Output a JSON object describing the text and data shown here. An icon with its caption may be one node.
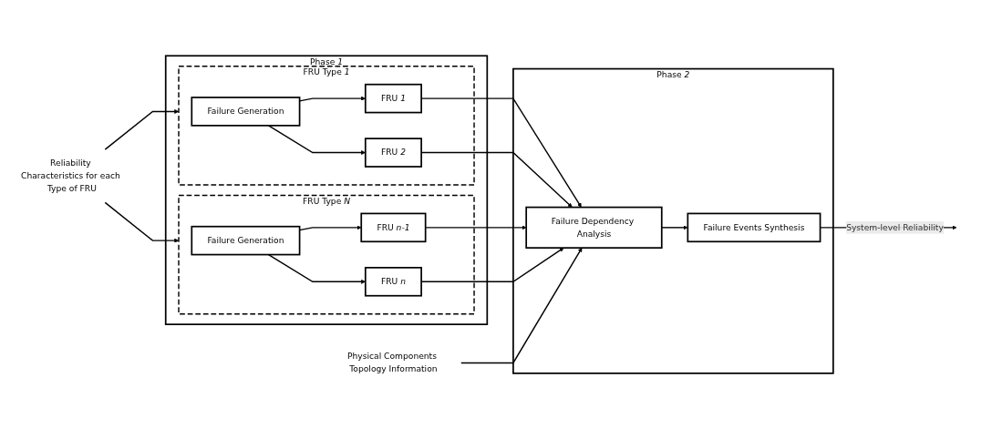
{
  "diagram": {
    "nodes": [
      {
        "text": [
          "Phase *1*"
        ]
      },
      {
        "text": [
          "FRU Type *1*"
        ],
        "in": 0
      },
      {
        "text": [
          "Failure Generation"
        ],
        "in": 1
      },
      {
        "text": [
          "FRU *1*"
        ],
        "in": 1
      },
      {
        "text": [
          "FRU *2*"
        ],
        "in": 1
      },
      {
        "text": [
          "FRU Type *N*"
        ],
        "in": 0
      },
      {
        "text": [
          "Failure Generation"
        ],
        "in": 5
      },
      {
        "text": [
          "FRU *n-1*"
        ],
        "in": 5
      },
      {
        "text": [
          "FRU *n*"
        ],
        "in": 5
      },
      {
        "text": [
          "Phase *2*"
        ]
      },
      {
        "text": [
          "Failure Dependency Analysis"
        ],
        "in": 9
      },
      {
        "text": [
          "Failure Events Synthesis"
        ],
        "in": 9
      },
      {
        "text": [
          "Reliability Characteristics for each Type of FRU"
        ]
      },
      {
        "text": [
          "Physical Components Topology Information"
        ]
      }
    ],
    "edges": [
      {
        "from": 12,
        "to": 1,
        "arrow": "to"
      },
      {
        "from": 12,
        "to": 5,
        "arrow": "to"
      },
      {
        "from": 2,
        "to": 3,
        "arrow": "to"
      },
      {
        "from": 2,
        "to": 4,
        "arrow": "to"
      },
      {
        "from": 6,
        "to": 7,
        "arrow": "to"
      },
      {
        "from": 6,
        "to": 8,
        "arrow": "to"
      },
      {
        "from": 3,
        "to": 10,
        "arrow": "to"
      },
      {
        "from": 4,
        "to": 10,
        "arrow": "to"
      },
      {
        "from": 7,
        "to": 10,
        "arrow": "to"
      },
      {
        "from": 8,
        "to": 10,
        "arrow": "to"
      },
      {
        "from": 13,
        "to": 10,
        "arrow": "to"
      },
      {
        "from": 10,
        "to": 11,
        "arrow": "to"
      },
      {
        "from": 11,
        "to": null,
        "arrow": "to",
        "label": "System-level Reliability"
      }
    ]
  }
}
